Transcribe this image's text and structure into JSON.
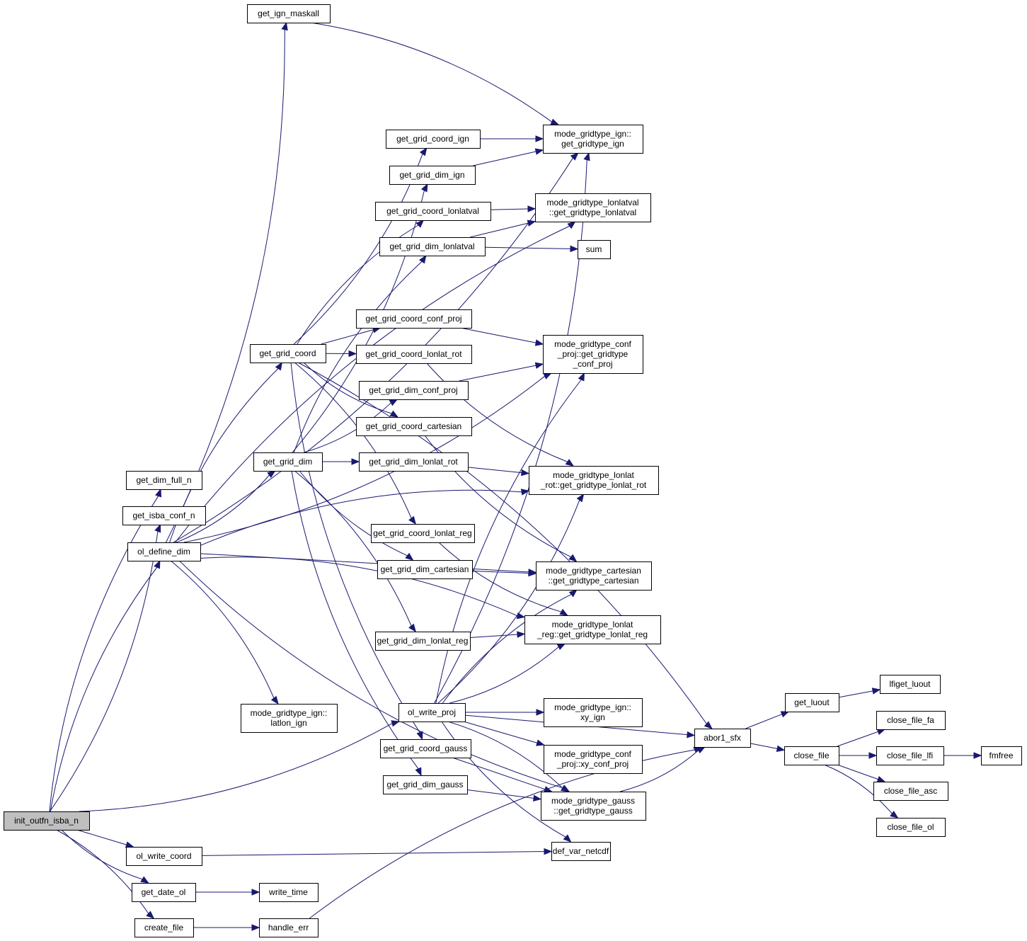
{
  "title": "Call graph of init_outfn_isba_n",
  "colors": {
    "edge": "#191970",
    "root_fill": "#bfbfbf",
    "node_fill": "#ffffff",
    "node_stroke": "#000000"
  },
  "nodes": [
    {
      "id": "init_outfn_isba_n",
      "lines": [
        "init_outfn_isba_n"
      ],
      "root": true
    },
    {
      "id": "get_dim_full_n",
      "lines": [
        "get_dim_full_n"
      ]
    },
    {
      "id": "get_isba_conf_n",
      "lines": [
        "get_isba_conf_n"
      ]
    },
    {
      "id": "ol_define_dim",
      "lines": [
        "ol_define_dim"
      ]
    },
    {
      "id": "ol_write_coord",
      "lines": [
        "ol_write_coord"
      ]
    },
    {
      "id": "get_date_ol",
      "lines": [
        "get_date_ol"
      ]
    },
    {
      "id": "create_file",
      "lines": [
        "create_file"
      ]
    },
    {
      "id": "get_ign_maskall",
      "lines": [
        "get_ign_maskall"
      ]
    },
    {
      "id": "get_grid_coord",
      "lines": [
        "get_grid_coord"
      ]
    },
    {
      "id": "get_grid_dim",
      "lines": [
        "get_grid_dim"
      ]
    },
    {
      "id": "latlon_ign",
      "lines": [
        "mode_gridtype_ign::",
        "latlon_ign"
      ]
    },
    {
      "id": "write_time",
      "lines": [
        "write_time"
      ]
    },
    {
      "id": "handle_err",
      "lines": [
        "handle_err"
      ]
    },
    {
      "id": "get_grid_coord_ign",
      "lines": [
        "get_grid_coord_ign"
      ]
    },
    {
      "id": "get_grid_dim_ign",
      "lines": [
        "get_grid_dim_ign"
      ]
    },
    {
      "id": "get_grid_coord_lonlatval",
      "lines": [
        "get_grid_coord_lonlatval"
      ]
    },
    {
      "id": "get_grid_dim_lonlatval",
      "lines": [
        "get_grid_dim_lonlatval"
      ]
    },
    {
      "id": "get_grid_coord_conf_proj",
      "lines": [
        "get_grid_coord_conf_proj"
      ]
    },
    {
      "id": "get_grid_coord_lonlat_rot",
      "lines": [
        "get_grid_coord_lonlat_rot"
      ]
    },
    {
      "id": "get_grid_dim_conf_proj",
      "lines": [
        "get_grid_dim_conf_proj"
      ]
    },
    {
      "id": "get_grid_coord_cartesian",
      "lines": [
        "get_grid_coord_cartesian"
      ]
    },
    {
      "id": "get_grid_dim_lonlat_rot",
      "lines": [
        "get_grid_dim_lonlat_rot"
      ]
    },
    {
      "id": "get_grid_coord_lonlat_reg",
      "lines": [
        "get_grid_coord_lonlat_reg"
      ]
    },
    {
      "id": "get_grid_dim_cartesian",
      "lines": [
        "get_grid_dim_cartesian"
      ]
    },
    {
      "id": "get_grid_dim_lonlat_reg",
      "lines": [
        "get_grid_dim_lonlat_reg"
      ]
    },
    {
      "id": "ol_write_proj",
      "lines": [
        "ol_write_proj"
      ]
    },
    {
      "id": "get_grid_coord_gauss",
      "lines": [
        "get_grid_coord_gauss"
      ]
    },
    {
      "id": "get_grid_dim_gauss",
      "lines": [
        "get_grid_dim_gauss"
      ]
    },
    {
      "id": "gt_ign",
      "lines": [
        "mode_gridtype_ign::",
        "get_gridtype_ign"
      ]
    },
    {
      "id": "gt_lonlatval",
      "lines": [
        "mode_gridtype_lonlatval",
        "::get_gridtype_lonlatval"
      ]
    },
    {
      "id": "sum",
      "lines": [
        "sum"
      ]
    },
    {
      "id": "gt_conf_proj",
      "lines": [
        "mode_gridtype_conf",
        "_proj::get_gridtype",
        "_conf_proj"
      ]
    },
    {
      "id": "gt_lonlat_rot",
      "lines": [
        "mode_gridtype_lonlat",
        "_rot::get_gridtype_lonlat_rot"
      ]
    },
    {
      "id": "gt_cartesian",
      "lines": [
        "mode_gridtype_cartesian",
        "::get_gridtype_cartesian"
      ]
    },
    {
      "id": "gt_lonlat_reg",
      "lines": [
        "mode_gridtype_lonlat",
        "_reg::get_gridtype_lonlat_reg"
      ]
    },
    {
      "id": "xy_ign",
      "lines": [
        "mode_gridtype_ign::",
        "xy_ign"
      ]
    },
    {
      "id": "xy_conf_proj",
      "lines": [
        "mode_gridtype_conf",
        "_proj::xy_conf_proj"
      ]
    },
    {
      "id": "gt_gauss",
      "lines": [
        "mode_gridtype_gauss",
        "::get_gridtype_gauss"
      ]
    },
    {
      "id": "def_var_netcdf",
      "lines": [
        "def_var_netcdf"
      ]
    },
    {
      "id": "abor1_sfx",
      "lines": [
        "abor1_sfx"
      ]
    },
    {
      "id": "get_luout",
      "lines": [
        "get_luout"
      ]
    },
    {
      "id": "close_file",
      "lines": [
        "close_file"
      ]
    },
    {
      "id": "lfiget_luout",
      "lines": [
        "lfiget_luout"
      ]
    },
    {
      "id": "close_file_fa",
      "lines": [
        "close_file_fa"
      ]
    },
    {
      "id": "close_file_lfi",
      "lines": [
        "close_file_lfi"
      ]
    },
    {
      "id": "close_file_asc",
      "lines": [
        "close_file_asc"
      ]
    },
    {
      "id": "close_file_ol",
      "lines": [
        "close_file_ol"
      ]
    },
    {
      "id": "fmfree",
      "lines": [
        "fmfree"
      ]
    }
  ],
  "edges": [
    [
      "init_outfn_isba_n",
      "get_dim_full_n"
    ],
    [
      "init_outfn_isba_n",
      "get_isba_conf_n"
    ],
    [
      "init_outfn_isba_n",
      "ol_define_dim"
    ],
    [
      "init_outfn_isba_n",
      "ol_write_proj"
    ],
    [
      "init_outfn_isba_n",
      "ol_write_coord"
    ],
    [
      "init_outfn_isba_n",
      "get_date_ol"
    ],
    [
      "init_outfn_isba_n",
      "create_file"
    ],
    [
      "ol_define_dim",
      "get_ign_maskall"
    ],
    [
      "ol_define_dim",
      "get_grid_coord"
    ],
    [
      "ol_define_dim",
      "get_grid_dim"
    ],
    [
      "ol_define_dim",
      "latlon_ign"
    ],
    [
      "ol_define_dim",
      "gt_ign"
    ],
    [
      "ol_define_dim",
      "gt_lonlatval"
    ],
    [
      "ol_define_dim",
      "gt_conf_proj"
    ],
    [
      "ol_define_dim",
      "gt_lonlat_rot"
    ],
    [
      "ol_define_dim",
      "gt_cartesian"
    ],
    [
      "ol_define_dim",
      "gt_lonlat_reg"
    ],
    [
      "ol_define_dim",
      "gt_gauss"
    ],
    [
      "get_ign_maskall",
      "gt_ign"
    ],
    [
      "get_grid_coord",
      "get_grid_coord_ign"
    ],
    [
      "get_grid_coord",
      "get_grid_coord_lonlatval"
    ],
    [
      "get_grid_coord",
      "get_grid_coord_conf_proj"
    ],
    [
      "get_grid_coord",
      "get_grid_coord_lonlat_rot"
    ],
    [
      "get_grid_coord",
      "get_grid_coord_cartesian"
    ],
    [
      "get_grid_coord",
      "get_grid_coord_lonlat_reg"
    ],
    [
      "get_grid_coord",
      "get_grid_coord_gauss"
    ],
    [
      "get_grid_coord",
      "abor1_sfx"
    ],
    [
      "get_grid_dim",
      "get_grid_dim_ign"
    ],
    [
      "get_grid_dim",
      "get_grid_dim_lonlatval"
    ],
    [
      "get_grid_dim",
      "get_grid_dim_conf_proj"
    ],
    [
      "get_grid_dim",
      "get_grid_dim_lonlat_rot"
    ],
    [
      "get_grid_dim",
      "get_grid_dim_cartesian"
    ],
    [
      "get_grid_dim",
      "get_grid_dim_lonlat_reg"
    ],
    [
      "get_grid_dim",
      "get_grid_dim_gauss"
    ],
    [
      "get_grid_coord_ign",
      "gt_ign"
    ],
    [
      "get_grid_dim_ign",
      "gt_ign"
    ],
    [
      "get_grid_coord_lonlatval",
      "gt_lonlatval"
    ],
    [
      "get_grid_dim_lonlatval",
      "gt_lonlatval"
    ],
    [
      "get_grid_dim_lonlatval",
      "sum"
    ],
    [
      "get_grid_coord_conf_proj",
      "gt_conf_proj"
    ],
    [
      "get_grid_dim_conf_proj",
      "gt_conf_proj"
    ],
    [
      "get_grid_coord_lonlat_rot",
      "gt_lonlat_rot"
    ],
    [
      "get_grid_dim_lonlat_rot",
      "gt_lonlat_rot"
    ],
    [
      "get_grid_coord_cartesian",
      "gt_cartesian"
    ],
    [
      "get_grid_dim_cartesian",
      "gt_cartesian"
    ],
    [
      "get_grid_coord_lonlat_reg",
      "gt_lonlat_reg"
    ],
    [
      "get_grid_dim_lonlat_reg",
      "gt_lonlat_reg"
    ],
    [
      "get_grid_coord_gauss",
      "gt_gauss"
    ],
    [
      "get_grid_dim_gauss",
      "gt_gauss"
    ],
    [
      "ol_write_proj",
      "gt_ign"
    ],
    [
      "ol_write_proj",
      "gt_conf_proj"
    ],
    [
      "ol_write_proj",
      "gt_lonlat_rot"
    ],
    [
      "ol_write_proj",
      "gt_cartesian"
    ],
    [
      "ol_write_proj",
      "gt_lonlat_reg"
    ],
    [
      "ol_write_proj",
      "gt_gauss"
    ],
    [
      "ol_write_proj",
      "xy_ign"
    ],
    [
      "ol_write_proj",
      "xy_conf_proj"
    ],
    [
      "ol_write_proj",
      "def_var_netcdf"
    ],
    [
      "ol_write_proj",
      "abor1_sfx"
    ],
    [
      "ol_write_coord",
      "def_var_netcdf"
    ],
    [
      "get_date_ol",
      "write_time"
    ],
    [
      "create_file",
      "handle_err"
    ],
    [
      "handle_err",
      "abor1_sfx"
    ],
    [
      "gt_gauss",
      "abor1_sfx"
    ],
    [
      "abor1_sfx",
      "get_luout"
    ],
    [
      "abor1_sfx",
      "close_file"
    ],
    [
      "get_luout",
      "lfiget_luout"
    ],
    [
      "close_file",
      "close_file_fa"
    ],
    [
      "close_file",
      "close_file_lfi"
    ],
    [
      "close_file",
      "close_file_asc"
    ],
    [
      "close_file",
      "close_file_ol"
    ],
    [
      "close_file_lfi",
      "fmfree"
    ]
  ]
}
